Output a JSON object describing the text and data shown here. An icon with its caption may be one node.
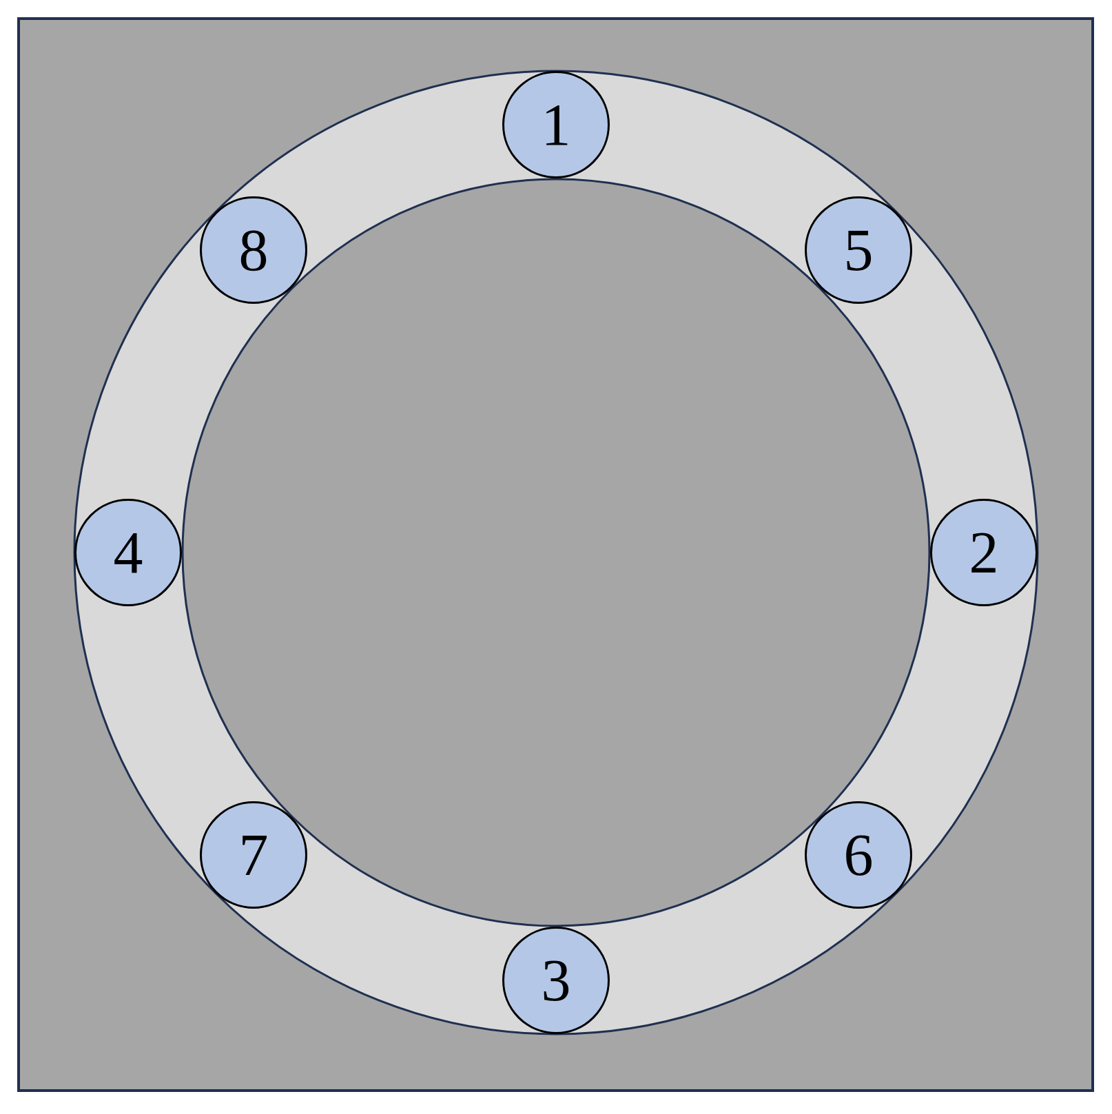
{
  "diagram": {
    "nodes": [
      {
        "text": [
          "1"
        ]
      },
      {
        "text": [
          "8"
        ]
      },
      {
        "text": [
          "5"
        ]
      },
      {
        "text": [
          "4"
        ]
      },
      {
        "text": [
          "2"
        ]
      },
      {
        "text": [
          "7"
        ]
      },
      {
        "text": [
          "6"
        ]
      },
      {
        "text": [
          "3"
        ]
      }
    ]
  }
}
